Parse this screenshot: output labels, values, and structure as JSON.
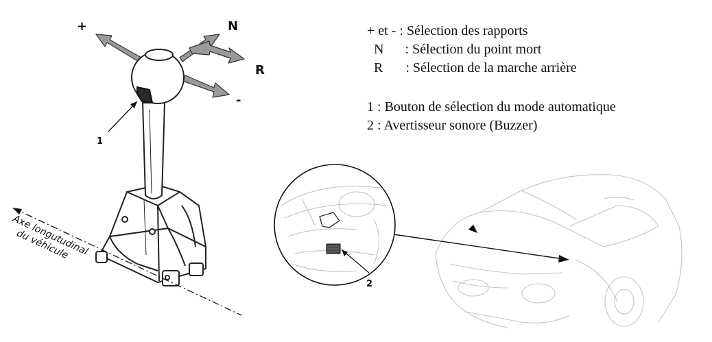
{
  "diagram": {
    "gear_labels": {
      "plus": "+",
      "minus": "-",
      "neutral": "N",
      "reverse": "R"
    },
    "callouts": {
      "one": "1",
      "two": "2"
    },
    "axis_label": {
      "line1": "Axe longutudinal",
      "line2": "du véhicule"
    },
    "legend": {
      "items": [
        {
          "key": "+ et -",
          "sep": " : ",
          "text": "Sélection des rapports"
        },
        {
          "key": "N",
          "sep": " : ",
          "text": "Sélection du point mort"
        },
        {
          "key": "R",
          "sep": " : ",
          "text": "Sélection de la marche arrière"
        }
      ],
      "numbered": [
        {
          "key": "1",
          "sep": " : ",
          "text": "Bouton de sélection du mode automatique"
        },
        {
          "key": "2",
          "sep": " : ",
          "text": "Avertisseur sonore (Buzzer)"
        }
      ]
    }
  }
}
